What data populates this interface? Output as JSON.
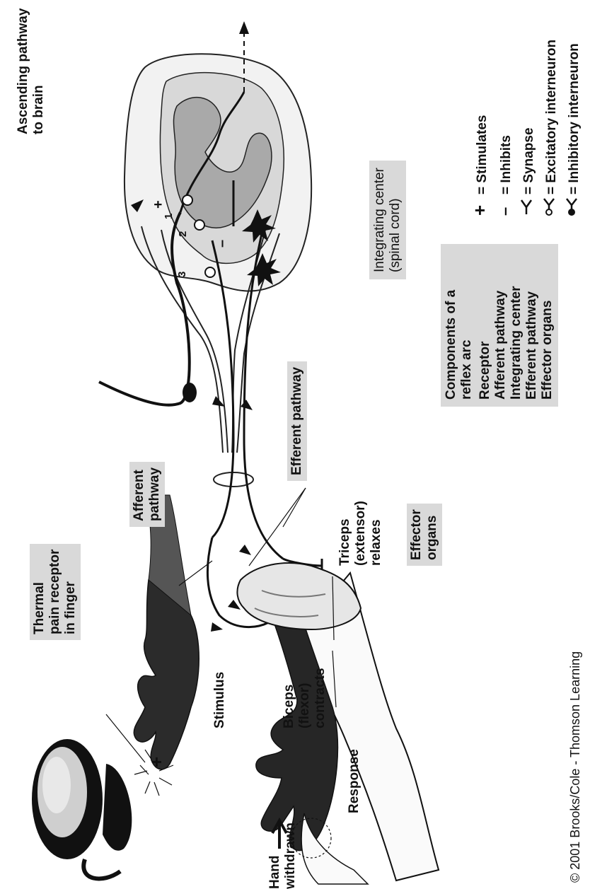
{
  "labels": {
    "ascending": [
      "Ascending  pathway",
      "to brain"
    ],
    "integrating": [
      "Integrating center",
      "(spinal cord)"
    ],
    "afferent": [
      "Afferent",
      "pathway"
    ],
    "efferent": "Efferent pathway",
    "thermal": [
      "Thermal",
      "pain receptor",
      "in finger"
    ],
    "stimulus": "Stimulus",
    "triceps": [
      "Triceps",
      "(extensor)",
      "relaxes"
    ],
    "effector": [
      "Effector",
      "organs"
    ],
    "biceps": [
      "Biceps",
      "(flexor)",
      "contracts"
    ],
    "response": "Response",
    "hand": [
      "Hand",
      "withdrawn"
    ],
    "plus": "+",
    "copyright": "© 2001 Brooks/Cole - Thomson Learning"
  },
  "components": {
    "title": [
      "Components of a",
      "reflex arc"
    ],
    "items": [
      "Receptor",
      "Afferent pathway",
      "Integrating center",
      "Efferent pathway",
      "Effector organs"
    ]
  },
  "legend": [
    {
      "symbol": "+",
      "text": "= Stimulates"
    },
    {
      "symbol": "–",
      "text": "= Inhibits"
    },
    {
      "symbol": "synapse",
      "text": "= Synapse"
    },
    {
      "symbol": "excitatory",
      "text": "= Excitatory interneuron"
    },
    {
      "symbol": "inhibitory",
      "text": "= Inhibitory interneuron"
    }
  ],
  "cord_marks": {
    "n1": "1",
    "n2": "2",
    "n3": "3",
    "plus": "+",
    "minus": "–"
  }
}
